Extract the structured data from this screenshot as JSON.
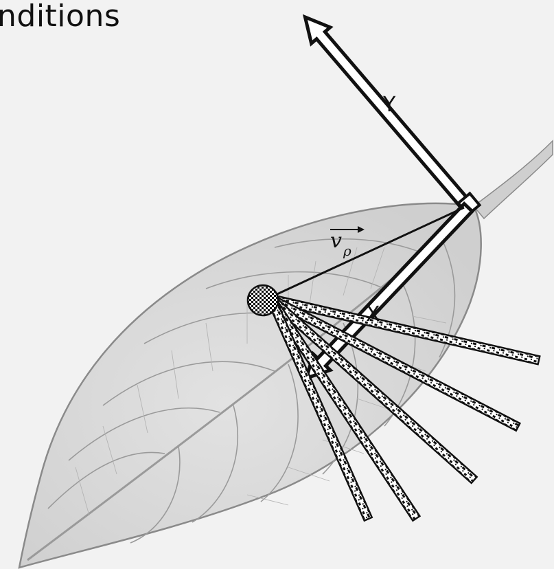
{
  "heading": "nditions",
  "labels": {
    "y_axis": "Y",
    "x_axis": "X",
    "vector_main": "v",
    "vector_sub": "ρ"
  },
  "colors": {
    "background": "#f2f2f2",
    "leaf_fill": "#dcdcdc",
    "leaf_edge": "#8a8a8a",
    "vein": "#9a9a9a",
    "ink": "#111111"
  },
  "ray_count": 5,
  "icons": {
    "source_marker": "checkered-circle",
    "axes": "white-outlined-arrows"
  }
}
